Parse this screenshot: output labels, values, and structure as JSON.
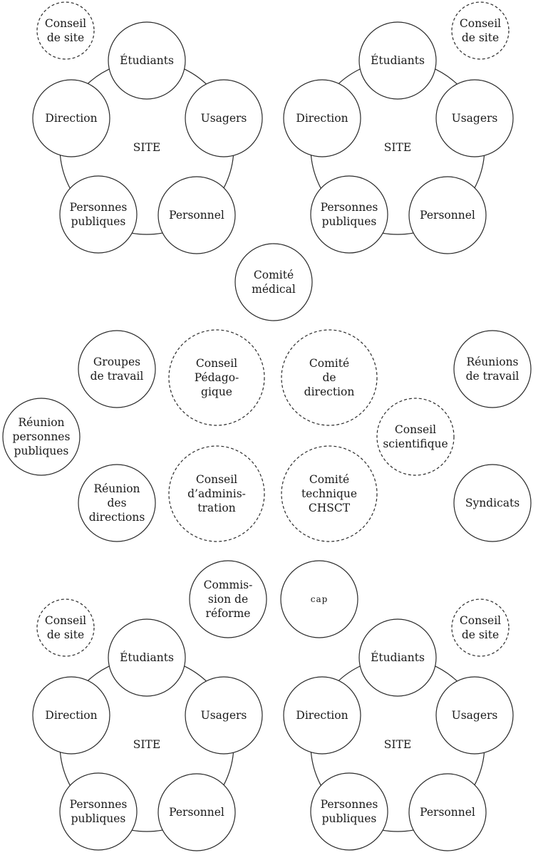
{
  "sites": [
    {
      "center_label": "SITE",
      "conseil_de_site": [
        "Conseil",
        "de site"
      ],
      "members": {
        "etudiants": [
          "Étudiants"
        ],
        "usagers": [
          "Usagers"
        ],
        "personnel": [
          "Personnel"
        ],
        "personnes_publiques": [
          "Personnes",
          "publiques"
        ],
        "direction": [
          "Direction"
        ]
      }
    },
    {
      "center_label": "SITE",
      "conseil_de_site": [
        "Conseil",
        "de site"
      ],
      "members": {
        "etudiants": [
          "Étudiants"
        ],
        "usagers": [
          "Usagers"
        ],
        "personnel": [
          "Personnel"
        ],
        "personnes_publiques": [
          "Personnes",
          "publiques"
        ],
        "direction": [
          "Direction"
        ]
      }
    },
    {
      "center_label": "SITE",
      "conseil_de_site": [
        "Conseil",
        "de site"
      ],
      "members": {
        "etudiants": [
          "Étudiants"
        ],
        "usagers": [
          "Usagers"
        ],
        "personnel": [
          "Personnel"
        ],
        "personnes_publiques": [
          "Personnes",
          "publiques"
        ],
        "direction": [
          "Direction"
        ]
      }
    },
    {
      "center_label": "SITE",
      "conseil_de_site": [
        "Conseil",
        "de site"
      ],
      "members": {
        "etudiants": [
          "Étudiants"
        ],
        "usagers": [
          "Usagers"
        ],
        "personnel": [
          "Personnel"
        ],
        "personnes_publiques": [
          "Personnes",
          "publiques"
        ],
        "direction": [
          "Direction"
        ]
      }
    }
  ],
  "bodies": [
    {
      "id": "comite-medical",
      "lines": [
        "Comité",
        "médical"
      ],
      "dashed": false
    },
    {
      "id": "groupes-de-travail",
      "lines": [
        "Groupes",
        "de travail"
      ],
      "dashed": false
    },
    {
      "id": "conseil-pedagogique",
      "lines": [
        "Conseil",
        "Pédago-",
        "gique"
      ],
      "dashed": true
    },
    {
      "id": "comite-de-direction",
      "lines": [
        "Comité",
        "de",
        "direction"
      ],
      "dashed": true
    },
    {
      "id": "reunions-de-travail",
      "lines": [
        "Réunions",
        "de travail"
      ],
      "dashed": false
    },
    {
      "id": "reunion-personnes-publiques",
      "lines": [
        "Réunion",
        "personnes",
        "publiques"
      ],
      "dashed": false
    },
    {
      "id": "conseil-scientifique",
      "lines": [
        "Conseil",
        "scientifique"
      ],
      "dashed": true
    },
    {
      "id": "reunion-des-directions",
      "lines": [
        "Réunion",
        "des",
        "directions"
      ],
      "dashed": false
    },
    {
      "id": "conseil-administration",
      "lines": [
        "Conseil",
        "d’adminis-",
        "tration"
      ],
      "dashed": true
    },
    {
      "id": "comite-technique-chsct",
      "lines": [
        "Comité",
        "technique",
        "CHSCT"
      ],
      "dashed": true
    },
    {
      "id": "syndicats",
      "lines": [
        "Syndicats"
      ],
      "dashed": false
    },
    {
      "id": "commission-de-reforme",
      "lines": [
        "Commis-",
        "sion de",
        "réforme"
      ],
      "dashed": false
    },
    {
      "id": "cap",
      "lines": [
        "cap"
      ],
      "dashed": false,
      "smallcaps": true
    }
  ]
}
